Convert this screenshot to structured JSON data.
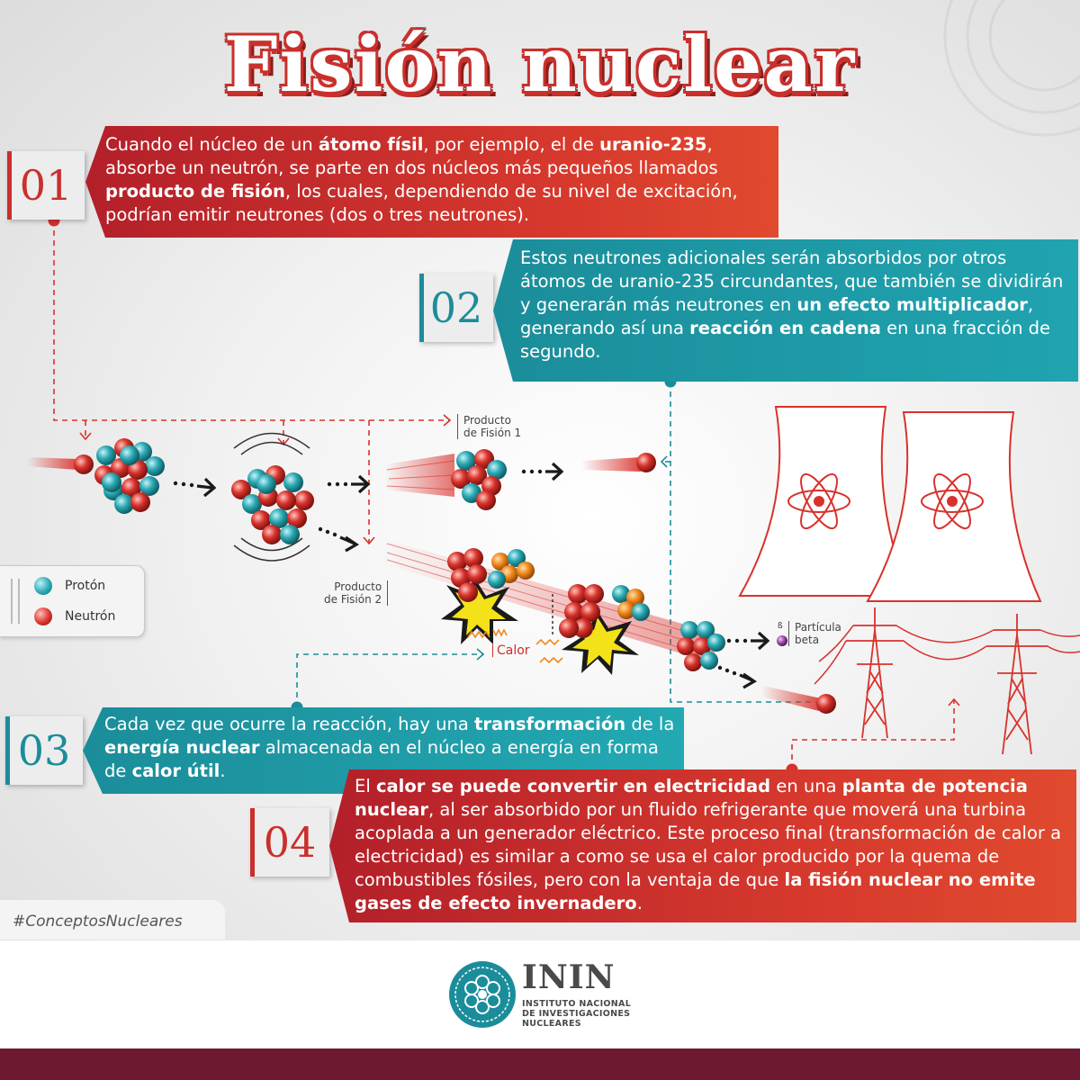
{
  "title": "Fisión nuclear",
  "steps": [
    {
      "num": "01",
      "segments": [
        {
          "text": "Cuando el núcleo de un ",
          "bold": false
        },
        {
          "text": "átomo físil",
          "bold": true
        },
        {
          "text": ", por ejemplo, el de ",
          "bold": false
        },
        {
          "text": "uranio-235",
          "bold": true
        },
        {
          "text": ", absorbe un neutrón, se parte en dos núcleos más pequeños llamados ",
          "bold": false
        },
        {
          "text": "producto de fisión",
          "bold": true
        },
        {
          "text": ", los cuales, dependiendo de su nivel de excitación, podrían emitir neutrones (dos o tres neutrones).",
          "bold": false
        }
      ]
    },
    {
      "num": "02",
      "segments": [
        {
          "text": "Estos neutrones adicionales serán absorbidos por otros átomos de uranio-235 circundantes, que también se dividirán y generarán más neutrones en ",
          "bold": false
        },
        {
          "text": "un efecto multiplicador",
          "bold": true
        },
        {
          "text": ", generando así una ",
          "bold": false
        },
        {
          "text": "reacción en cadena",
          "bold": true
        },
        {
          "text": " en una fracción de segundo.",
          "bold": false
        }
      ]
    },
    {
      "num": "03",
      "segments": [
        {
          "text": "Cada vez que ocurre la reacción, hay una ",
          "bold": false
        },
        {
          "text": "transformación",
          "bold": true
        },
        {
          "text": " de la ",
          "bold": false
        },
        {
          "text": "energía nuclear",
          "bold": true
        },
        {
          "text": " almacenada en el núcleo a energía en forma de ",
          "bold": false
        },
        {
          "text": "calor útil",
          "bold": true
        },
        {
          "text": ".",
          "bold": false
        }
      ]
    },
    {
      "num": "04",
      "segments": [
        {
          "text": "El ",
          "bold": false
        },
        {
          "text": "calor se puede convertir en electricidad",
          "bold": true
        },
        {
          "text": " en una ",
          "bold": false
        },
        {
          "text": "planta de potencia nuclear",
          "bold": true
        },
        {
          "text": ", al ser absorbido por un fluido refrigerante que moverá una turbina acoplada a un generador eléctrico. Este proceso final (transformación de calor a electricidad) es similar a como se usa el calor producido por la quema de combustibles fósiles, pero con la ventaja de que ",
          "bold": false
        },
        {
          "text": "la fisión nuclear no emite gases de efecto invernadero",
          "bold": true
        },
        {
          "text": ".",
          "bold": false
        }
      ]
    }
  ],
  "labels": {
    "product1_line1": "Producto",
    "product1_line2": "de Fisión 1",
    "product2_line1": "Producto",
    "product2_line2": "de Fisión 2",
    "heat": "Calor",
    "beta_symbol": "ß",
    "beta_line1": "Partícula",
    "beta_line2": "beta"
  },
  "legend": {
    "proton": "Protón",
    "neutron": "Neutrón"
  },
  "hashtag": "#ConceptosNucleares",
  "logo": {
    "name": "ININ",
    "line1": "INSTITUTO NACIONAL",
    "line2": "DE INVESTIGACIONES",
    "line3": "NUCLEARES"
  },
  "colors": {
    "red": "#c9302c",
    "teal": "#1b8d9a",
    "maroon": "#6d1a30",
    "proton": "#2aa9b4",
    "neutron": "#d8322c"
  }
}
